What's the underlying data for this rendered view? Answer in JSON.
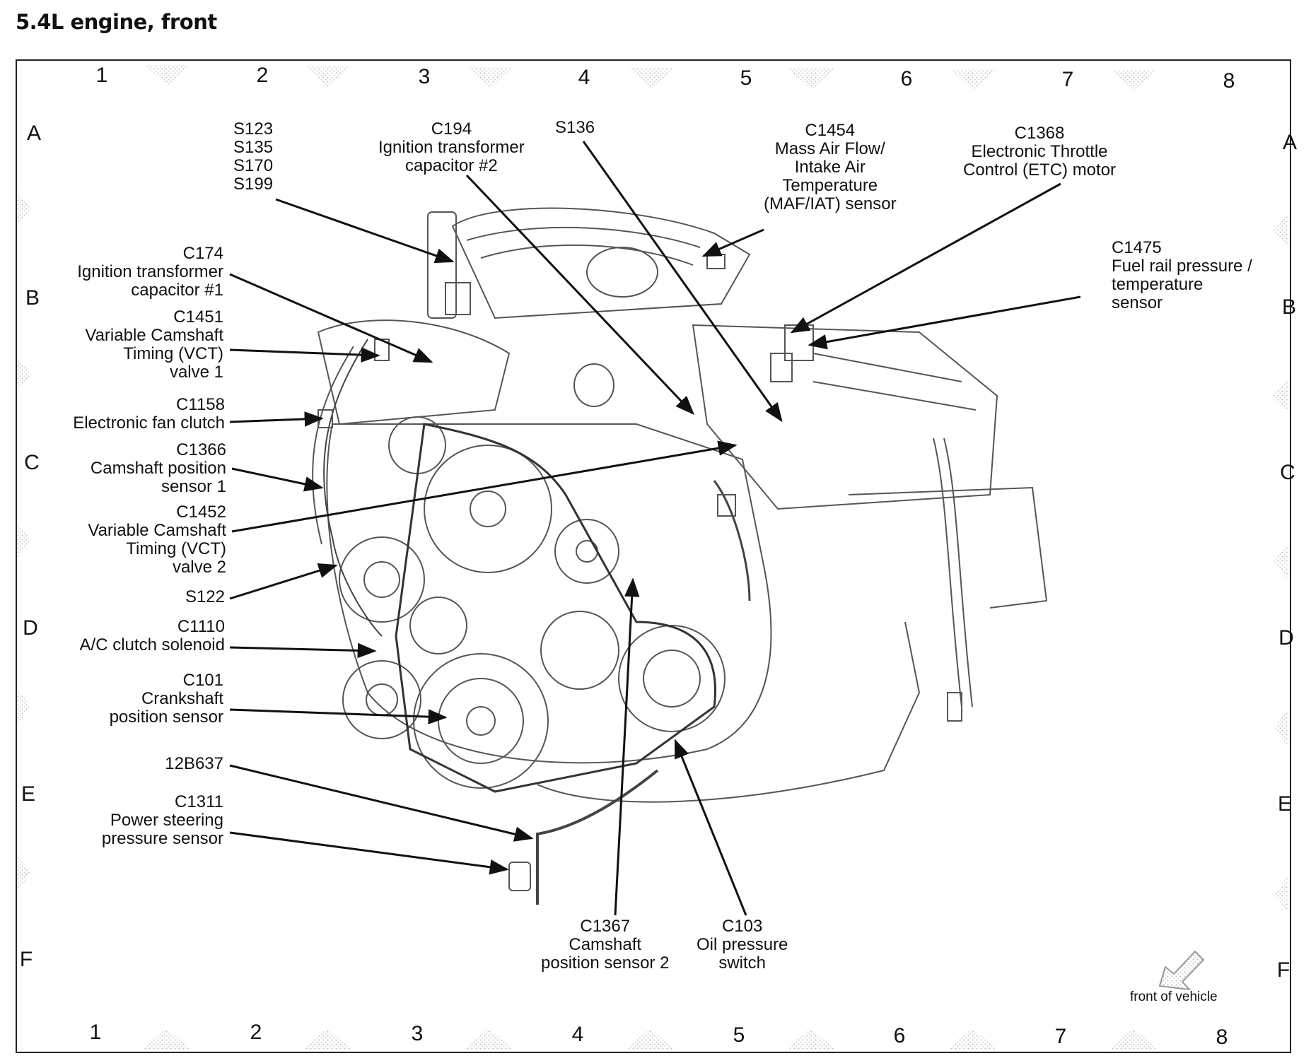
{
  "title": "5.4L engine, front",
  "grid": {
    "top_numbers": [
      "1",
      "2",
      "3",
      "4",
      "5",
      "6",
      "7",
      "8"
    ],
    "bottom_numbers": [
      "1",
      "2",
      "3",
      "4",
      "5",
      "6",
      "7",
      "8"
    ],
    "left_letters": [
      "A",
      "B",
      "C",
      "D",
      "E",
      "F"
    ],
    "right_letters": [
      "A",
      "B",
      "C",
      "D",
      "E",
      "F"
    ]
  },
  "callouts": {
    "s123_group": [
      "S123",
      "S135",
      "S170",
      "S199"
    ],
    "c194": [
      "C194",
      "Ignition transformer",
      "capacitor #2"
    ],
    "s136": [
      "S136"
    ],
    "c1454": [
      "C1454",
      "Mass Air Flow/",
      "Intake Air",
      "Temperature",
      "(MAF/IAT) sensor"
    ],
    "c1368": [
      "C1368",
      "Electronic Throttle",
      "Control (ETC) motor"
    ],
    "c1475": [
      "C1475",
      "Fuel rail pressure /",
      "temperature",
      "sensor"
    ],
    "c174": [
      "C174",
      "Ignition transformer",
      "capacitor #1"
    ],
    "c1451": [
      "C1451",
      "Variable Camshaft",
      "Timing (VCT)",
      "valve 1"
    ],
    "c1158": [
      "C1158",
      "Electronic fan clutch"
    ],
    "c1366": [
      "C1366",
      "Camshaft position",
      "sensor 1"
    ],
    "c1452": [
      "C1452",
      "Variable Camshaft",
      "Timing (VCT)",
      "valve 2"
    ],
    "s122": [
      "S122"
    ],
    "c1110": [
      "C1110",
      "A/C clutch solenoid"
    ],
    "c101": [
      "C101",
      "Crankshaft",
      "position sensor"
    ],
    "n12b637": [
      "12B637"
    ],
    "c1311": [
      "C1311",
      "Power steering",
      "pressure sensor"
    ],
    "c1367": [
      "C1367",
      "Camshaft",
      "position sensor 2"
    ],
    "c103": [
      "C103",
      "Oil pressure",
      "switch"
    ]
  },
  "front_of_vehicle": "front of vehicle"
}
